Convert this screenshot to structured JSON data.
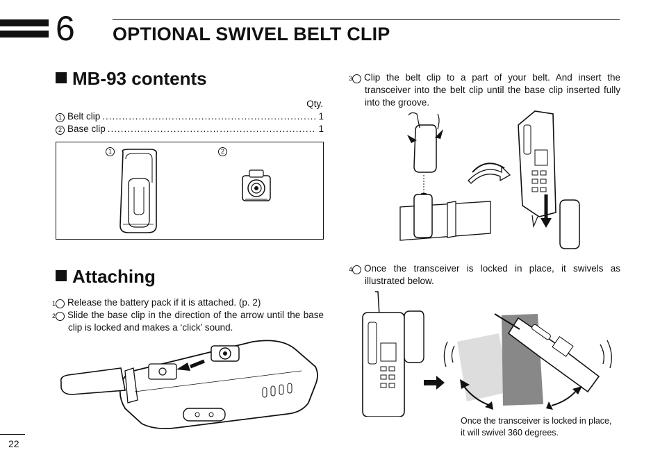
{
  "chapter": {
    "number": "6",
    "title": "OPTIONAL SWIVEL BELT CLIP"
  },
  "contents": {
    "heading": "MB-93 contents",
    "qty_label": "Qty.",
    "items": [
      {
        "marker": "1",
        "label": "Belt clip",
        "qty": "1"
      },
      {
        "marker": "2",
        "label": "Base clip",
        "qty": "1"
      }
    ],
    "figure_markers": [
      "1",
      "2"
    ]
  },
  "attaching": {
    "heading": "Attaching",
    "steps": [
      {
        "marker": "1",
        "text": "Release the battery pack if it is attached. (p. 2)"
      },
      {
        "marker": "2",
        "text": "Slide the base clip in the direction of the arrow until the base clip is locked and makes a ‘click’ sound."
      },
      {
        "marker": "3",
        "text": "Clip the belt clip to a part of your belt. And insert the transceiver into the belt clip until the base clip inserted fully into the groove."
      },
      {
        "marker": "4",
        "text": "Once the transceiver is locked in place, it swivels as illustrated below."
      }
    ],
    "caption_line1": "Once the transceiver is locked in place,",
    "caption_line2": "it will swivel 360 degrees."
  },
  "page_number": "22"
}
